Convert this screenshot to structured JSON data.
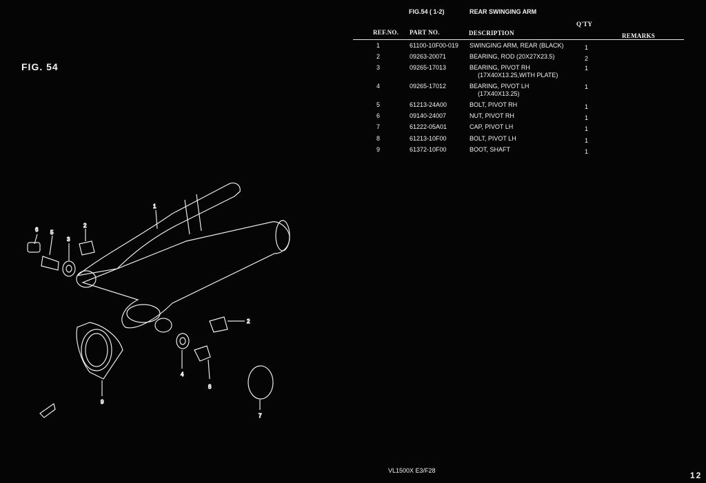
{
  "figure_label": "FIG. 54",
  "header": {
    "fig_ref": "FIG.54 ( 1-2)",
    "title": "REAR SWINGING ARM",
    "qty_label": "Q'TY",
    "columns": {
      "ref_no": "REF.NO.",
      "part_no": "PART NO.",
      "description": "DESCRIPTION",
      "remarks": "REMARKS"
    }
  },
  "parts": [
    {
      "ref": "1",
      "part_no": "61100-10F00-019",
      "desc": [
        "SWINGING ARM, REAR (BLACK)"
      ],
      "qty": "1"
    },
    {
      "ref": "2",
      "part_no": "09263-20071",
      "desc": [
        "BEARING, ROD (20X27X23.5)"
      ],
      "qty": "2"
    },
    {
      "ref": "3",
      "part_no": "09265-17013",
      "desc": [
        "BEARING, PIVOT RH",
        "(17X40X13.25,WITH PLATE)"
      ],
      "qty": "1"
    },
    {
      "ref": "4",
      "part_no": "09265-17012",
      "desc": [
        "BEARING, PIVOT LH",
        "(17X40X13.25)"
      ],
      "qty": "1"
    },
    {
      "ref": "5",
      "part_no": "61213-24A00",
      "desc": [
        "BOLT, PIVOT RH"
      ],
      "qty": "1"
    },
    {
      "ref": "6",
      "part_no": "09140-24007",
      "desc": [
        "NUT, PIVOT RH"
      ],
      "qty": "1"
    },
    {
      "ref": "7",
      "part_no": "61222-05A01",
      "desc": [
        "CAP, PIVOT LH"
      ],
      "qty": "1"
    },
    {
      "ref": "8",
      "part_no": "61213-10F00",
      "desc": [
        "BOLT, PIVOT LH"
      ],
      "qty": "1"
    },
    {
      "ref": "9",
      "part_no": "61372-10F00",
      "desc": [
        "BOOT, SHAFT"
      ],
      "qty": "1"
    }
  ],
  "diagram_callouts": [
    "1",
    "2",
    "3",
    "4",
    "5",
    "6",
    "7",
    "8",
    "9",
    "2"
  ],
  "footer": {
    "model": "VL1500X  E3/F28",
    "page": "12"
  }
}
